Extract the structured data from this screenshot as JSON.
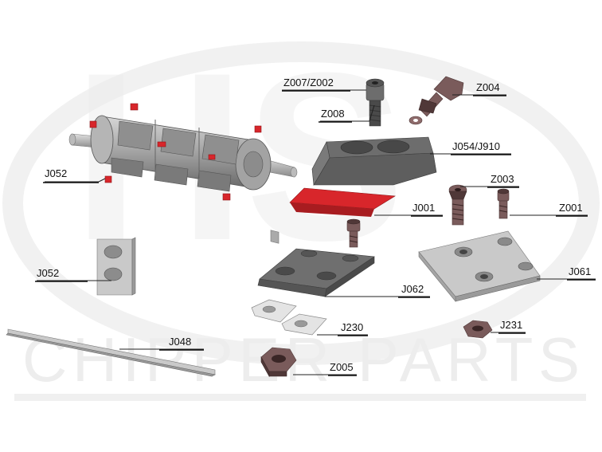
{
  "watermark": {
    "logo": "HS",
    "text": "CHIPPER PARTS"
  },
  "colors": {
    "steel": "#9a9a9a",
    "steel_light": "#c9c9c9",
    "steel_dark": "#6d6d6d",
    "bolt": "#7a5b5b",
    "blade": "#d8262b",
    "watermark": "#ededed"
  },
  "parts": [
    {
      "id": "drum-assembly",
      "label": "J052",
      "icon": "rotor-drum"
    },
    {
      "id": "counter-block",
      "label": "J052",
      "icon": "block-with-holes"
    },
    {
      "id": "blade-bar",
      "label": "J048",
      "icon": "long-bar"
    },
    {
      "id": "screw-long",
      "label": "Z007/Z002",
      "icon": "socket-cap-screw"
    },
    {
      "id": "washer",
      "label": "Z008",
      "icon": "washer"
    },
    {
      "id": "hex-bolt",
      "label": "Z004",
      "icon": "hex-bolt"
    },
    {
      "id": "knife-holder",
      "label": "J054/J910",
      "icon": "wedge-holder"
    },
    {
      "id": "countersunk-screw",
      "label": "Z003",
      "icon": "countersunk-screw"
    },
    {
      "id": "small-screw",
      "label": "Z001",
      "icon": "socket-cap-screw"
    },
    {
      "id": "knife",
      "label": "J001",
      "icon": "red-knife"
    },
    {
      "id": "clamp-plate",
      "label": "J061",
      "icon": "flat-plate"
    },
    {
      "id": "wear-plate",
      "label": "J062",
      "icon": "wedge-plate"
    },
    {
      "id": "clamp-piece",
      "label": "J230",
      "icon": "clamp-lug"
    },
    {
      "id": "nut-small",
      "label": "J231",
      "icon": "hex-nut"
    },
    {
      "id": "nut-large",
      "label": "Z005",
      "icon": "hex-nut"
    }
  ]
}
